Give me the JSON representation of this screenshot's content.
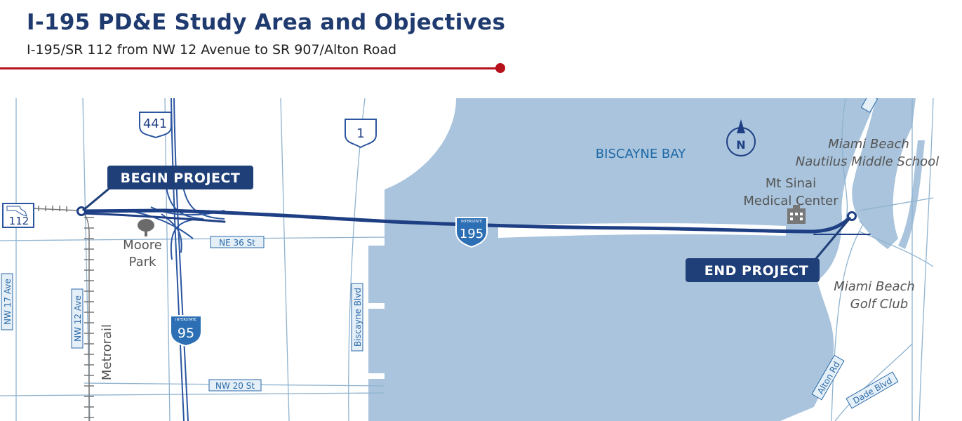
{
  "header": {
    "title": "I-195 PD&E Study Area and Objectives",
    "subtitle": "I-195/SR 112 from NW 12 Avenue to SR 907/Alton Road"
  },
  "colors": {
    "title": "#1f3a6e",
    "accent_rule": "#b5121b",
    "water": "#a9c4dc",
    "road_blue": "#1f3f85",
    "street_blue": "#2b6aa8",
    "callout_bg": "#1f3f78"
  },
  "map": {
    "callouts": {
      "begin": "BEGIN PROJECT",
      "end": "END PROJECT"
    },
    "water_label": "BISCAYNE BAY",
    "compass_letter": "N",
    "shields": {
      "us441": "441",
      "us1": "1",
      "sr112": "112",
      "i195_top": "INTERSTATE",
      "i195": "195",
      "i95_top": "INTERSTATE",
      "i95": "95"
    },
    "streets": {
      "ne36": "NE 36 St",
      "nw20": "NW 20 St",
      "nw17": "NW 17 Ave",
      "nw12": "NW 12 Ave",
      "biscayne": "Biscayne Blvd",
      "alton": "Alton Rd",
      "dade": "Dade Blvd"
    },
    "places": {
      "moore_1": "Moore",
      "moore_2": "Park",
      "metrorail": "Metrorail",
      "nautilus_1": "Miami Beach",
      "nautilus_2": "Nautilus Middle School",
      "sinai_1": "Mt Sinai",
      "sinai_2": "Medical Center",
      "golf_1": "Miami Beach",
      "golf_2": "Golf Club"
    },
    "icons": [
      "tree-icon",
      "hospital-icon",
      "compass-icon"
    ]
  }
}
